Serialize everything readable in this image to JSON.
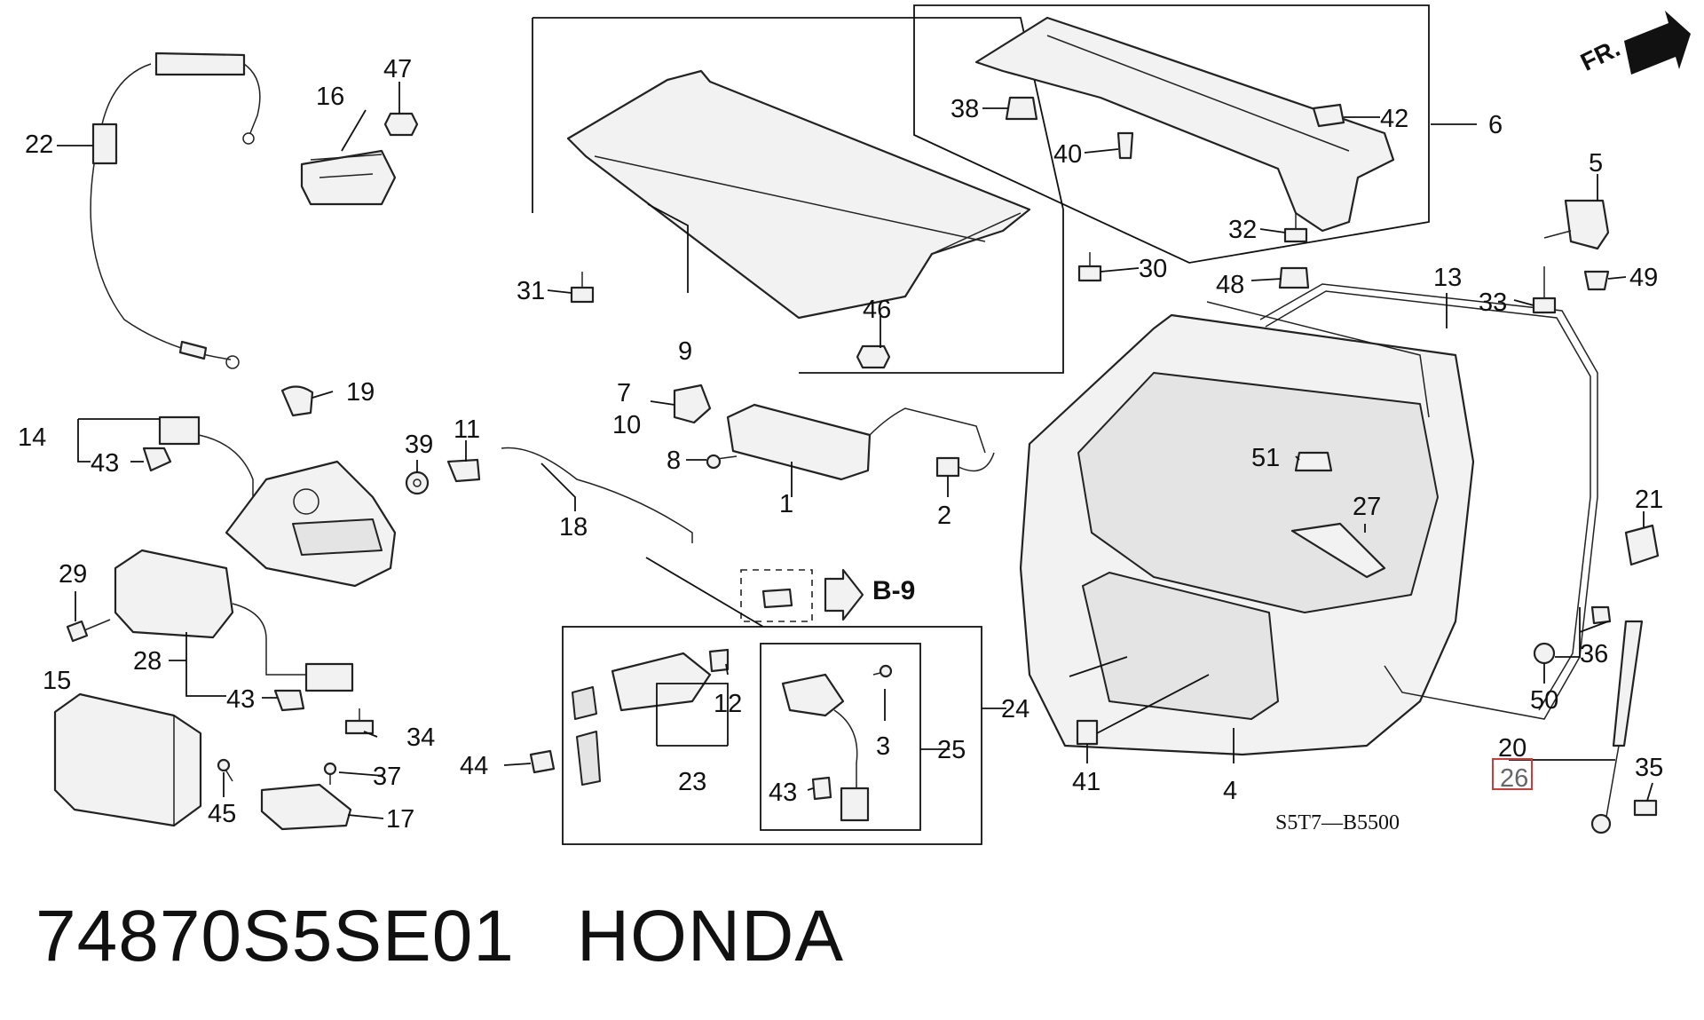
{
  "footer": {
    "part_number": "74870S5SE01",
    "brand": "HONDA"
  },
  "diagram": {
    "reference_code": "S5T7—B5500",
    "cross_reference": "B-9",
    "front_indicator": "FR.",
    "highlighted_callout": "26",
    "highlight_color": "#d23a3a",
    "callouts": [
      "1",
      "2",
      "3",
      "4",
      "5",
      "6",
      "7",
      "8",
      "9",
      "10",
      "11",
      "12",
      "13",
      "14",
      "15",
      "16",
      "17",
      "18",
      "19",
      "20",
      "21",
      "22",
      "23",
      "24",
      "25",
      "26",
      "27",
      "28",
      "29",
      "30",
      "31",
      "32",
      "33",
      "34",
      "35",
      "36",
      "37",
      "38",
      "39",
      "40",
      "41",
      "42",
      "43",
      "43",
      "43",
      "43",
      "44",
      "45",
      "46",
      "47",
      "48",
      "49",
      "50",
      "51"
    ]
  }
}
